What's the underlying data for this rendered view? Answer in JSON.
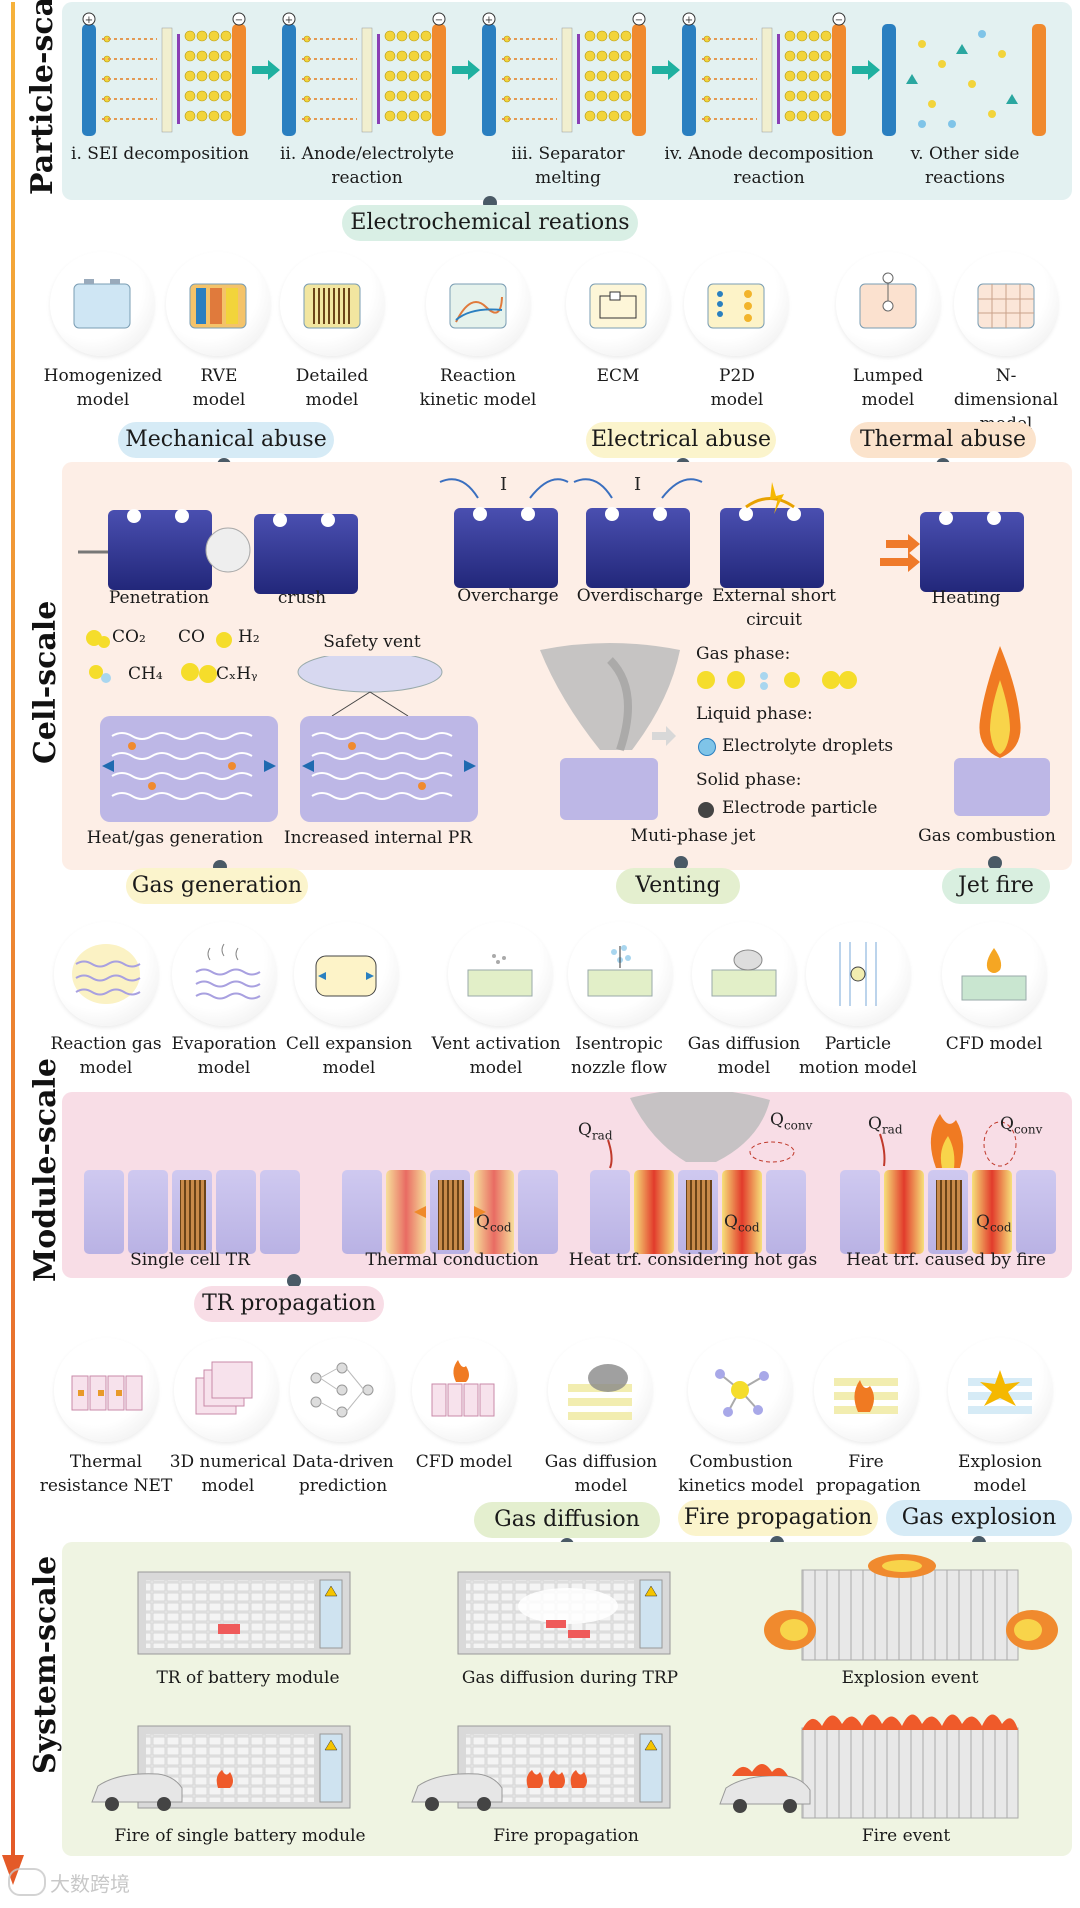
{
  "scales": {
    "particle": "Particle-scale",
    "cell": "Cell-scale",
    "module": "Module-scale",
    "system": "System-scale"
  },
  "particle": {
    "steps": [
      "i. SEI decomposition",
      "ii. Anode/electrolyte reaction",
      "iii. Separator melting",
      "iv. Anode decomposition reaction",
      "v. Other side reactions"
    ],
    "pill": "Electrochemical reations"
  },
  "cell_models": [
    "Homogenized model",
    "RVE model",
    "Detailed model",
    "Reaction kinetic model",
    "ECM",
    "P2D model",
    "Lumped model",
    "N-dimensional model"
  ],
  "abuse": {
    "mechanical": "Mechanical abuse",
    "electrical": "Electrical abuse",
    "thermal": "Thermal abuse",
    "penetration": "Penetration",
    "crush": "crush",
    "overcharge": "Overcharge",
    "overdischarge": "Overdischarge",
    "external_short": "External short circuit",
    "heating": "Heating",
    "current_symbol": "I"
  },
  "cell_mid": {
    "co2": "CO₂",
    "co": "CO",
    "h2": "H₂",
    "ch4": "CH₄",
    "cxhy": "CₓHᵧ",
    "safety_vent": "Safety vent",
    "heat_gas": "Heat/gas generation",
    "internal_pr": "Increased internal PR",
    "gas_phase": "Gas phase:",
    "liquid_phase": "Liquid phase:",
    "electrolyte": "Electrolyte droplets",
    "solid_phase": "Solid phase:",
    "electrode": "Electrode particle",
    "jet": "Muti-phase jet",
    "combustion": "Gas combustion"
  },
  "cell_pills": {
    "gas_generation": "Gas generation",
    "venting": "Venting",
    "jet_fire": "Jet fire"
  },
  "vent_models": [
    "Reaction gas model",
    "Evaporation model",
    "Cell expansion model",
    "Vent activation model",
    "Isentropic nozzle flow",
    "Gas diffusion model",
    "Particle motion model",
    "CFD model"
  ],
  "module": {
    "single": "Single cell TR",
    "conduction": "Thermal conduction",
    "hot_gas": "Heat trf. considering hot gas",
    "fire": "Heat trf. caused by fire",
    "qrad": "Q",
    "qrad_sub": "rad",
    "qconv": "Q",
    "qconv_sub": "conv",
    "qcod": "Q",
    "qcod_sub": "cod",
    "pill": "TR propagation"
  },
  "module_models": [
    "Thermal resistance NET",
    "3D numerical model",
    "Data-driven prediction",
    "CFD model",
    "Gas diffusion model",
    "Combustion kinetics model",
    "Fire propagation",
    "Explosion model"
  ],
  "system": {
    "pill_diffusion": "Gas diffusion",
    "pill_fire": "Fire propagation",
    "pill_explosion": "Gas explosion",
    "tr_module": "TR of battery module",
    "gas_trp": "Gas diffusion during TRP",
    "explosion": "Explosion event",
    "fire_single": "Fire of single battery module",
    "fire_prop": "Fire propagation",
    "fire_event": "Fire event"
  },
  "watermark": "大数跨境",
  "colors": {
    "particle_bg": "#e3f1f1",
    "cell_bg": "#fdeee6",
    "module_bg": "#f8dde6",
    "system_bg": "#eff4e2",
    "axis": "#e8702a"
  }
}
